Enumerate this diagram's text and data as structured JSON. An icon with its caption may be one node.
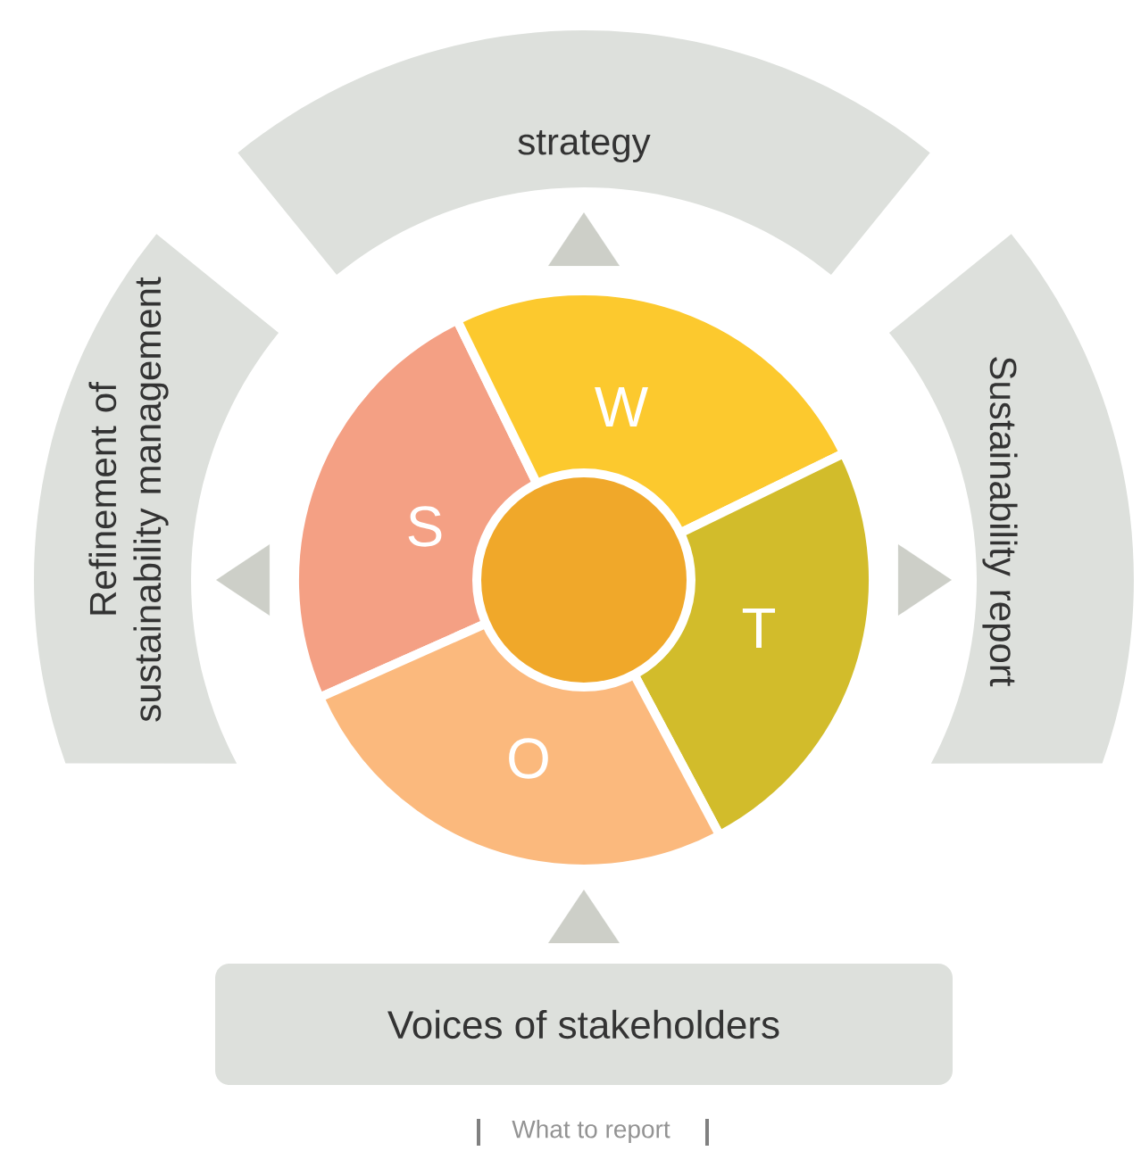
{
  "diagram": {
    "nodes": [
      {
        "text": [
          "strategy"
        ]
      },
      {
        "text": [
          "Refinement of sustainability management"
        ]
      },
      {
        "text": [
          "Sustainability report"
        ]
      },
      {
        "text": [
          "S"
        ]
      },
      {
        "text": [
          "W"
        ]
      },
      {
        "text": [
          "T"
        ]
      },
      {
        "text": [
          "O"
        ]
      },
      {
        "text": [],
        "shape": "circle"
      },
      {
        "text": [
          "Voices of stakeholders"
        ]
      }
    ],
    "edges": [
      {
        "from": 4,
        "to": 0,
        "arrow": "to"
      },
      {
        "from": 3,
        "to": 1,
        "arrow": "to"
      },
      {
        "from": 5,
        "to": 2,
        "arrow": "to"
      },
      {
        "from": 8,
        "to": 6,
        "arrow": "to"
      }
    ],
    "labels": [
      "What to report"
    ]
  }
}
